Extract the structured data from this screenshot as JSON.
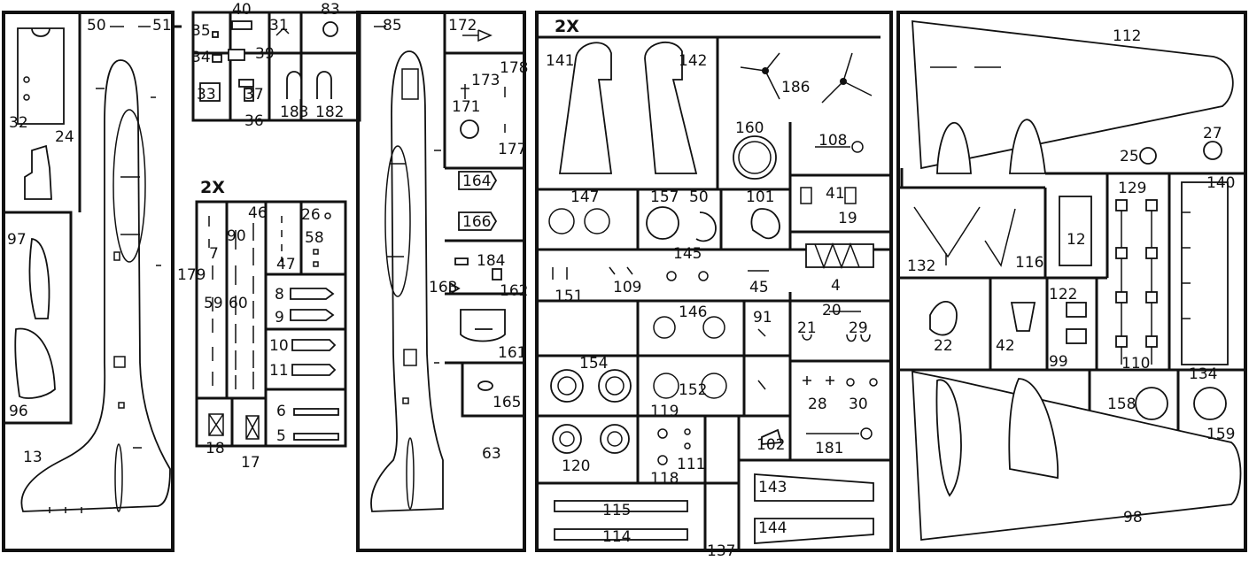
{
  "sprue_a": {
    "multiplier": "2X",
    "labels": [
      "50",
      "51",
      "35",
      "40",
      "34",
      "39",
      "31",
      "83",
      "85",
      "33",
      "37",
      "36",
      "183",
      "182",
      "32",
      "24",
      "97",
      "96",
      "13",
      "179",
      "7",
      "90",
      "46",
      "26",
      "58",
      "47",
      "59",
      "60",
      "8",
      "9",
      "10",
      "11",
      "6",
      "5",
      "18",
      "17",
      "172",
      "178",
      "173",
      "171",
      "177",
      "164",
      "166",
      "184",
      "163",
      "162",
      "161",
      "165",
      "63"
    ]
  },
  "sprue_b": {
    "multiplier": "2X",
    "labels": [
      "141",
      "142",
      "186",
      "160",
      "108",
      "41",
      "19",
      "147",
      "157",
      "50",
      "101",
      "4",
      "145",
      "151",
      "109",
      "45",
      "146",
      "91",
      "20",
      "21",
      "29",
      "154",
      "152",
      "28",
      "30",
      "119",
      "120",
      "111",
      "118",
      "102",
      "181",
      "115",
      "114",
      "137",
      "143",
      "144"
    ]
  },
  "sprue_c": {
    "labels": [
      "112",
      "25",
      "27",
      "129",
      "140",
      "132",
      "116",
      "12",
      "22",
      "42",
      "122",
      "99",
      "110",
      "134",
      "158",
      "159",
      "98"
    ]
  }
}
